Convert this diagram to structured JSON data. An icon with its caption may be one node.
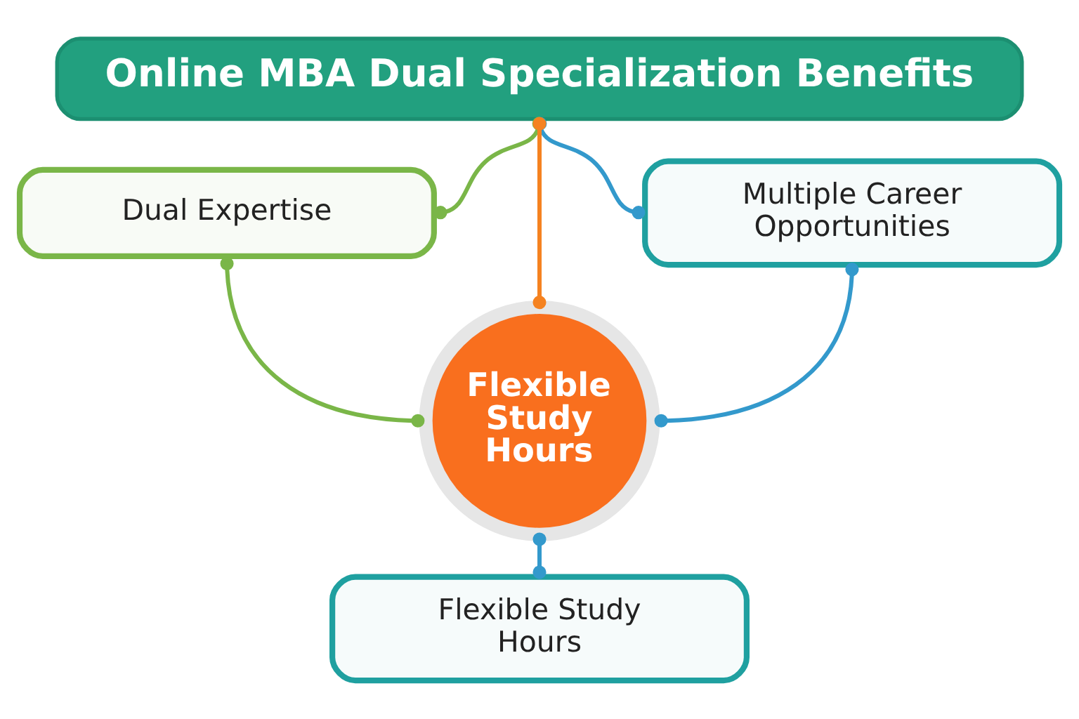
{
  "diagram": {
    "nodes": [
      {
        "text": [
          "Online MBA Dual Specialization Benefits"
        ]
      },
      {
        "text": [
          "Dual Expertise"
        ]
      },
      {
        "text": [
          "Multiple Career Opportunities"
        ]
      },
      {
        "text": [
          "Flexible Study Hours"
        ]
      },
      {
        "text": [
          "Flexible Study Hours"
        ]
      }
    ],
    "edges": [
      {
        "from": 0,
        "to": 1,
        "arrow": "other",
        "color": "#7ab648"
      },
      {
        "from": 0,
        "to": 3,
        "arrow": "other",
        "color": "#f58220"
      },
      {
        "from": 0,
        "to": 2,
        "arrow": "other"
      },
      {
        "from": 1,
        "to": 3,
        "arrow": "other",
        "color": "#7ab648"
      },
      {
        "from": 2,
        "to": 3,
        "arrow": "other"
      },
      {
        "from": 3,
        "to": 4,
        "arrow": "other"
      }
    ]
  }
}
